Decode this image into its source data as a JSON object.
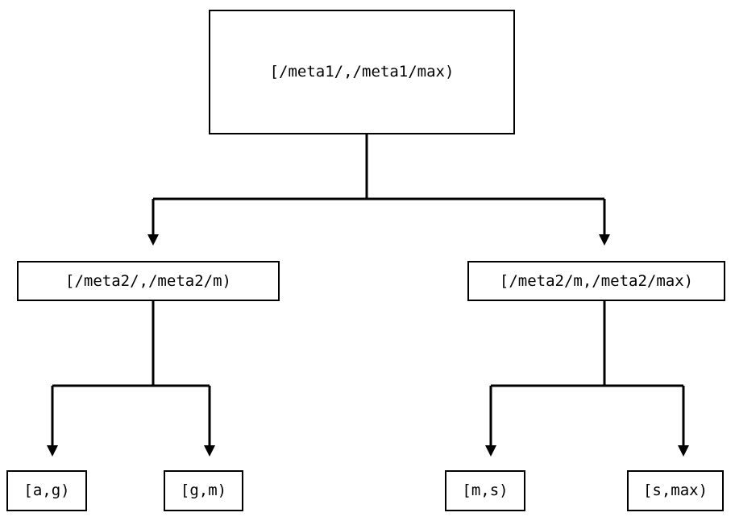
{
  "diagram": {
    "type": "tree",
    "background_color": "#ffffff",
    "line_color": "#000000",
    "text_color": "#000000",
    "nodes": {
      "root": {
        "label": "[/meta1/,/meta1/max)"
      },
      "mid_left": {
        "label": "[/meta2/,/meta2/m)"
      },
      "mid_right": {
        "label": "[/meta2/m,/meta2/max)"
      },
      "leaves": [
        {
          "label": "[a,g)"
        },
        {
          "label": "[g,m)"
        },
        {
          "label": "[m,s)"
        },
        {
          "label": "[s,max)"
        }
      ]
    }
  }
}
